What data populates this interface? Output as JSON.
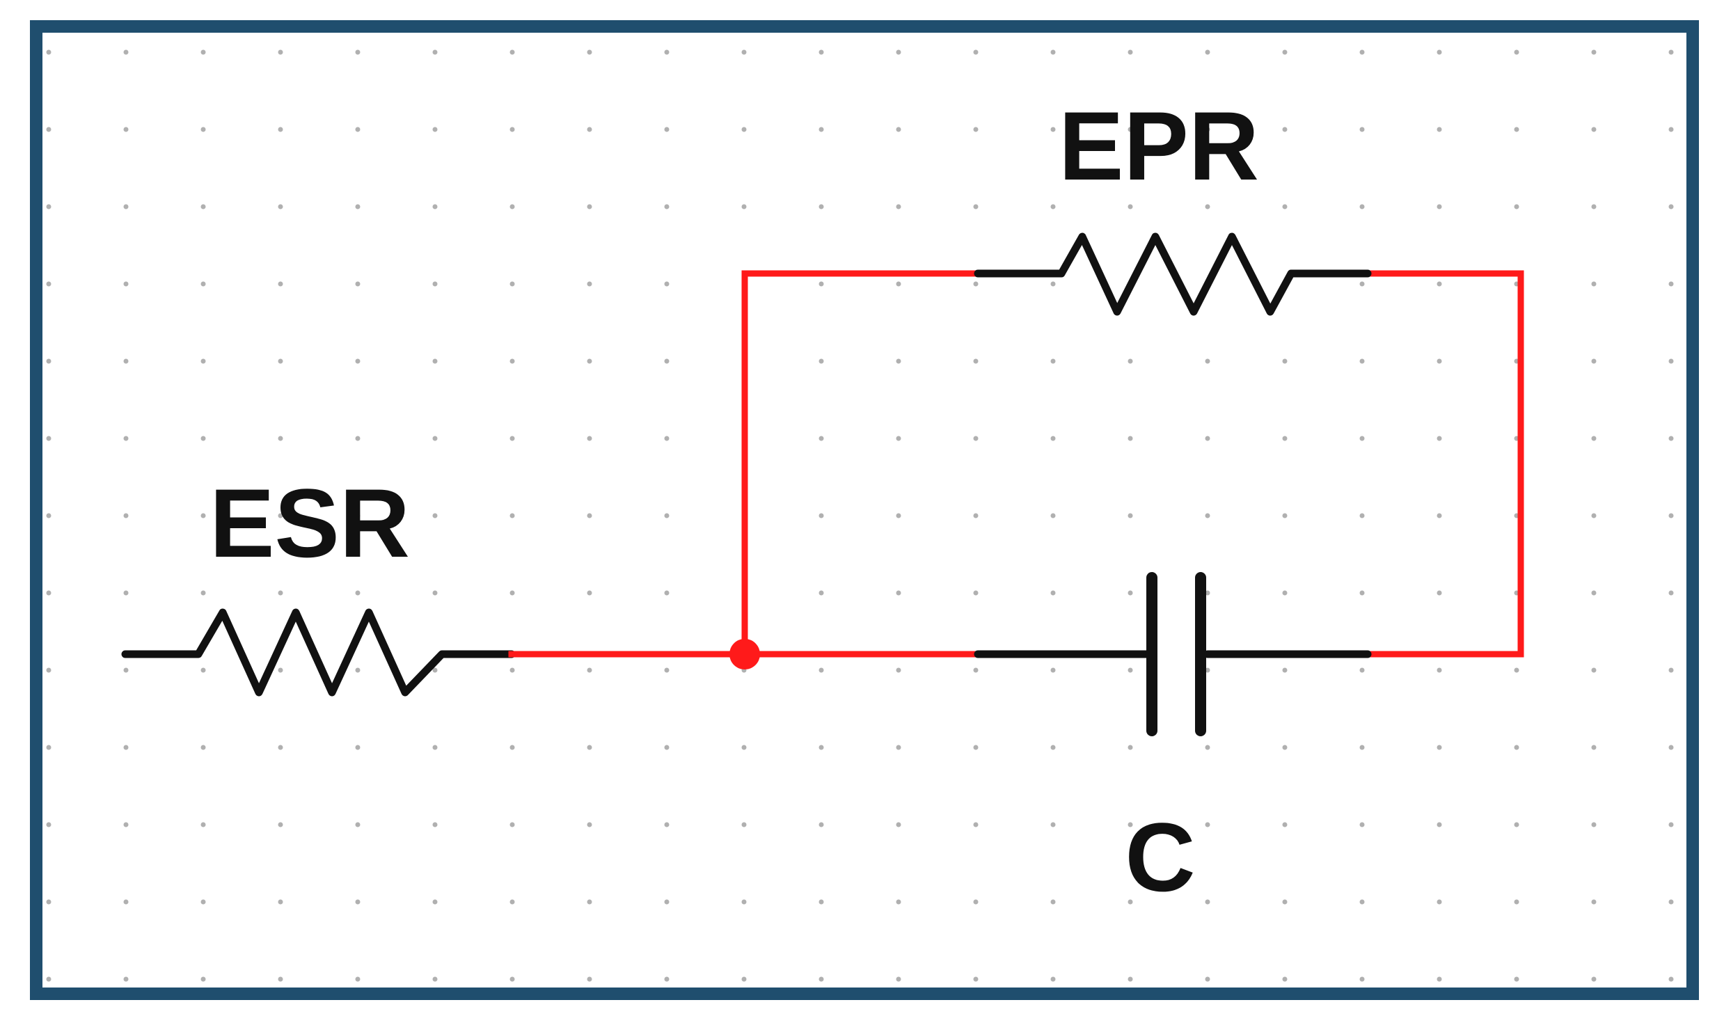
{
  "diagram": {
    "type": "circuit",
    "labels": {
      "esr": "ESR",
      "epr": "EPR",
      "c": "C"
    },
    "colors": {
      "frame": "#1f4e6e",
      "grid_dot": "#b0b0b0",
      "component": "#111111",
      "wire": "#ff1a1a",
      "background": "#ffffff"
    },
    "components": [
      {
        "id": "esr",
        "kind": "resistor",
        "label": "ESR"
      },
      {
        "id": "epr",
        "kind": "resistor",
        "label": "EPR"
      },
      {
        "id": "c",
        "kind": "capacitor",
        "label": "C"
      }
    ]
  }
}
